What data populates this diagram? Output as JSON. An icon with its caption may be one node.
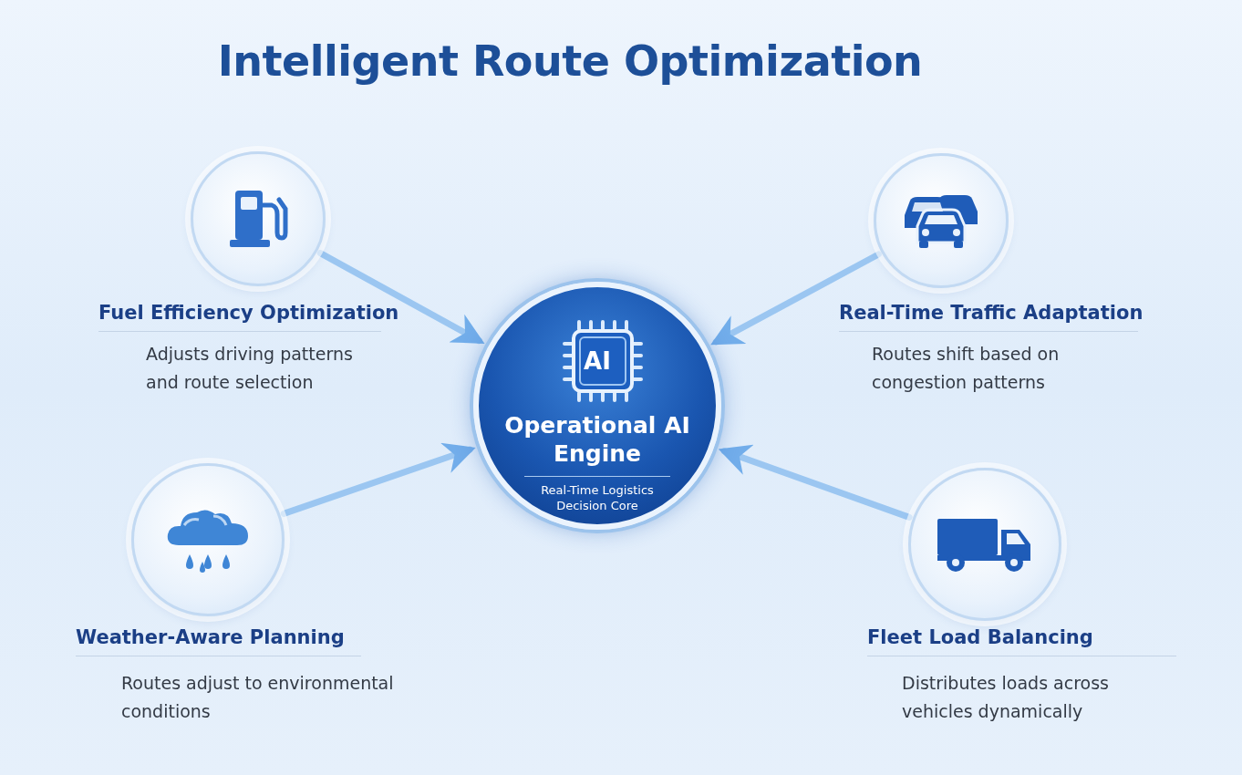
{
  "diagram": {
    "title": "Intelligent Route Optimization",
    "nodes": [
      {
        "text": [
          "AI",
          "Operational AI Engine",
          "Real-Time Logistics Decision Core"
        ]
      },
      {
        "text": [
          "Fuel Efficiency Optimization",
          "Adjusts driving patterns and route selection"
        ]
      },
      {
        "text": [
          "Real-Time Traffic Adaptation",
          "Routes shift based on congestion patterns"
        ]
      },
      {
        "text": [
          "Weather-Aware Planning",
          "Routes adjust to environmental conditions"
        ]
      },
      {
        "text": [
          "Fleet Load Balancing",
          "Distributes loads across vehicles dynamically"
        ]
      }
    ],
    "edges": [
      {
        "from": 1,
        "to": 0,
        "arrow": "to"
      },
      {
        "from": 2,
        "to": 0,
        "arrow": "to"
      },
      {
        "from": 3,
        "to": 0,
        "arrow": "to"
      },
      {
        "from": 4,
        "to": 0,
        "arrow": "to"
      }
    ]
  }
}
